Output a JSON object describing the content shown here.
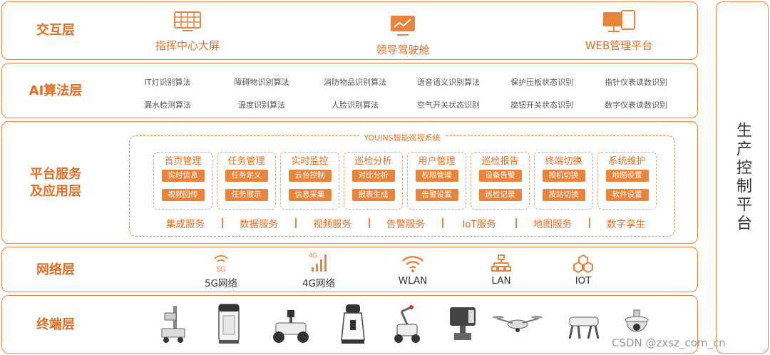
{
  "side_label": "生产控制平台",
  "interaction": {
    "title": "交互层",
    "items": [
      {
        "label": "指挥中心大屏",
        "icon": "grid-screen-icon"
      },
      {
        "label": "领导驾驶舱",
        "icon": "trend-board-icon"
      },
      {
        "label": "WEB管理平台",
        "icon": "monitor-icon"
      }
    ]
  },
  "ai": {
    "title": "AI算法层",
    "row1": [
      "IT灯识别算法",
      "障碍物识别算法",
      "消防物品识别算法",
      "语音语义识别算法",
      "保护压板状态识别",
      "指针仪表读数识别"
    ],
    "row2": [
      "漏水检测算法",
      "温度识别算法",
      "人脸识别算法",
      "空气开关状态识别",
      "旋钮开关状态识别",
      "数字仪表读数识别"
    ]
  },
  "platform": {
    "title_line1": "平台服务",
    "title_line2": "及应用层",
    "system_name": "YOUINS智能巡视系统",
    "modules": [
      {
        "title": "首页管理",
        "items": [
          "实时信息",
          "视频回传"
        ]
      },
      {
        "title": "任务管理",
        "items": [
          "任务定义",
          "任务展示"
        ]
      },
      {
        "title": "实时监控",
        "items": [
          "云台控制",
          "信息采集"
        ]
      },
      {
        "title": "巡检分析",
        "items": [
          "对比分析",
          "报表生成"
        ]
      },
      {
        "title": "用户管理",
        "items": [
          "权限管理",
          "告警设置"
        ]
      },
      {
        "title": "巡检报告",
        "items": [
          "设备告警",
          "巡检记录"
        ]
      },
      {
        "title": "终端切换",
        "items": [
          "按机切换",
          "按站切换"
        ]
      },
      {
        "title": "系统维护",
        "items": [
          "地图设置",
          "软件设置"
        ]
      }
    ],
    "services": [
      "集成服务",
      "数据服务",
      "视频服务",
      "告警服务",
      "IoT服务",
      "地图服务",
      "数字孪生"
    ]
  },
  "network": {
    "title": "网络层",
    "items": [
      {
        "label": "5G网络",
        "icon": "5g-icon",
        "badge": "5G"
      },
      {
        "label": "4G网络",
        "icon": "4g-signal-icon",
        "badge": "4G"
      },
      {
        "label": "WLAN",
        "icon": "wifi-icon"
      },
      {
        "label": "LAN",
        "icon": "lan-icon"
      },
      {
        "label": "IOT",
        "icon": "iot-icon"
      }
    ]
  },
  "terminal": {
    "title": "终端层",
    "devices": [
      "lift-robot-icon",
      "cabinet-robot-icon",
      "wheeled-patrol-robot-icon",
      "indoor-robot-icon",
      "arm-robot-icon",
      "camera-box-icon",
      "drone-icon",
      "quadruped-robot-icon",
      "dome-camera-icon"
    ]
  },
  "watermark": "CSDN @zxsz_com_cn",
  "colors": {
    "accent": "#e8843c",
    "title": "#e06d22"
  }
}
